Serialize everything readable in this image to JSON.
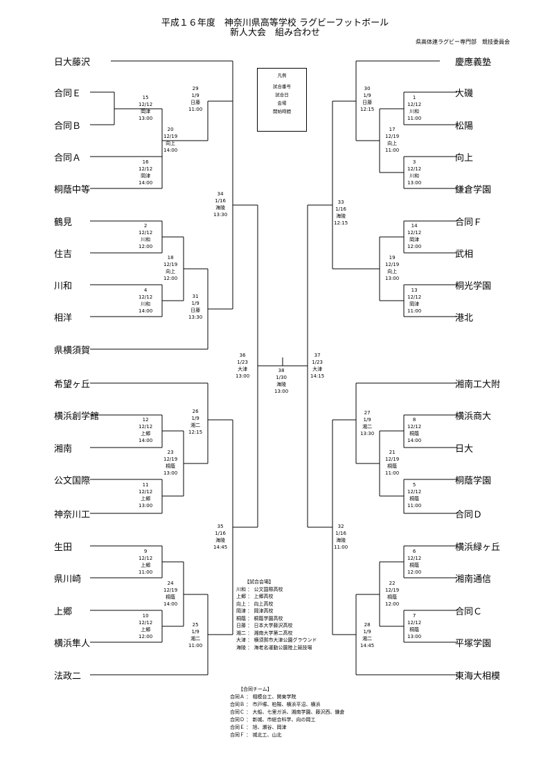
{
  "header": {
    "title_line1": "平成１６年度　神奈川県高等学校 ラグビーフットボール",
    "title_line2": "新人大会　組み合わせ",
    "organizer": "県高体連ラグビー専門部　競技委員会"
  },
  "legend": {
    "title": "凡例",
    "lines": [
      "試合番号",
      "試合日",
      "会場",
      "開始時間"
    ]
  },
  "teams_left": [
    "日大藤沢",
    "合同Ｅ",
    "合同Ｂ",
    "合同Ａ",
    "桐蔭中等",
    "鶴見",
    "住吉",
    "川和",
    "相洋",
    "県横須賀",
    "希望ヶ丘",
    "横浜創学館",
    "湘南",
    "公文国際",
    "神奈川工",
    "生田",
    "県川崎",
    "上郷",
    "横浜隼人",
    "法政二"
  ],
  "teams_right": [
    "慶應義塾",
    "大磯",
    "松陽",
    "向上",
    "鎌倉学園",
    "合同Ｆ",
    "武相",
    "桐光学園",
    "港北",
    "湘南工大附",
    "横浜商大",
    "日大",
    "桐蔭学園",
    "合同Ｄ",
    "横浜緑ヶ丘",
    "湘南通信",
    "合同Ｃ",
    "平塚学園",
    "東海大相模"
  ],
  "matches": [
    {
      "no": "15",
      "date": "12/12",
      "venue": "岡津",
      "time": "13:00"
    },
    {
      "no": "16",
      "date": "12/12",
      "venue": "岡津",
      "time": "14:00"
    },
    {
      "no": "20",
      "date": "12/19",
      "venue": "向上",
      "time": "14:00"
    },
    {
      "no": "29",
      "date": "1/9",
      "venue": "日藤",
      "time": "11:00"
    },
    {
      "no": "2",
      "date": "12/12",
      "venue": "川和",
      "time": "12:00"
    },
    {
      "no": "4",
      "date": "12/12",
      "venue": "川和",
      "time": "14:00"
    },
    {
      "no": "18",
      "date": "12/19",
      "venue": "向上",
      "time": "12:00"
    },
    {
      "no": "31",
      "date": "1/9",
      "venue": "日藤",
      "time": "13:30"
    },
    {
      "no": "34",
      "date": "1/16",
      "venue": "海陵",
      "time": "13:30"
    },
    {
      "no": "12",
      "date": "12/12",
      "venue": "上郷",
      "time": "14:00"
    },
    {
      "no": "11",
      "date": "12/12",
      "venue": "上郷",
      "time": "13:00"
    },
    {
      "no": "23",
      "date": "12/19",
      "venue": "桐蔭",
      "time": "13:00"
    },
    {
      "no": "26",
      "date": "1/9",
      "venue": "湘二",
      "time": "12:15"
    },
    {
      "no": "9",
      "date": "12/12",
      "venue": "上郷",
      "time": "11:00"
    },
    {
      "no": "10",
      "date": "12/12",
      "venue": "上郷",
      "time": "12:00"
    },
    {
      "no": "24",
      "date": "12/19",
      "venue": "桐蔭",
      "time": "14:00"
    },
    {
      "no": "25",
      "date": "1/9",
      "venue": "湘二",
      "time": "11:00"
    },
    {
      "no": "35",
      "date": "1/16",
      "venue": "海陵",
      "time": "14:45"
    },
    {
      "no": "36",
      "date": "1/23",
      "venue": "大津",
      "time": "13:00"
    },
    {
      "no": "38",
      "date": "1/30",
      "venue": "海陵",
      "time": "13:00"
    },
    {
      "no": "37",
      "date": "1/23",
      "venue": "大津",
      "time": "14:15"
    },
    {
      "no": "1",
      "date": "12/12",
      "venue": "川和",
      "time": "11:00"
    },
    {
      "no": "3",
      "date": "12/12",
      "venue": "川和",
      "time": "13:00"
    },
    {
      "no": "17",
      "date": "12/19",
      "venue": "向上",
      "time": "11:00"
    },
    {
      "no": "30",
      "date": "1/9",
      "venue": "日藤",
      "time": "12:15"
    },
    {
      "no": "14",
      "date": "12/12",
      "venue": "岡津",
      "time": "12:00"
    },
    {
      "no": "13",
      "date": "12/12",
      "venue": "岡津",
      "time": "11:00"
    },
    {
      "no": "19",
      "date": "12/19",
      "venue": "向上",
      "time": "13:00"
    },
    {
      "no": "33",
      "date": "1/16",
      "venue": "海陵",
      "time": "12:15"
    },
    {
      "no": "8",
      "date": "12/12",
      "venue": "桐蔭",
      "time": "14:00"
    },
    {
      "no": "5",
      "date": "12/12",
      "venue": "桐蔭",
      "time": "11:00"
    },
    {
      "no": "21",
      "date": "12/19",
      "venue": "桐蔭",
      "time": "11:00"
    },
    {
      "no": "27",
      "date": "1/9",
      "venue": "湘二",
      "time": "13:30"
    },
    {
      "no": "6",
      "date": "12/12",
      "venue": "桐蔭",
      "time": "12:00"
    },
    {
      "no": "7",
      "date": "12/12",
      "venue": "桐蔭",
      "time": "13:00"
    },
    {
      "no": "22",
      "date": "12/19",
      "venue": "桐蔭",
      "time": "12:00"
    },
    {
      "no": "28",
      "date": "1/9",
      "venue": "湘二",
      "time": "14:45"
    },
    {
      "no": "32",
      "date": "1/16",
      "venue": "海陵",
      "time": "11:00"
    }
  ],
  "venues": {
    "heading": "【試合会場】",
    "rows": [
      "川和 ： 公文国際高校",
      "上郷 ： 上郷高校",
      "向上 ： 向上高校",
      "岡津 ： 岡津高校",
      "桐蔭 ： 桐蔭学園高校",
      "日藤 ： 日本大学藤沢高校",
      "湘二 ： 湘南大学第二高校",
      "大津 ： 横須賀市大津公園グラウンド",
      "海陵 ： 海老名運動公園陸上競技場"
    ]
  },
  "combined_teams": {
    "heading": "【合同チーム】",
    "rows": [
      "合同Ａ ： 相模台工、関東学院",
      "合同Ｂ ： 市戸塚、柏陽、横浜平沼、横浜",
      "合同Ｃ ： 大船、七里ガ浜、湘南学園、藤沢西、鎌倉",
      "合同Ｄ ： 新城、市総合科学、向の岡工",
      "合同Ｅ ： 旭、瀬谷、岡津",
      "合同Ｆ ： 城北工、山北"
    ]
  }
}
